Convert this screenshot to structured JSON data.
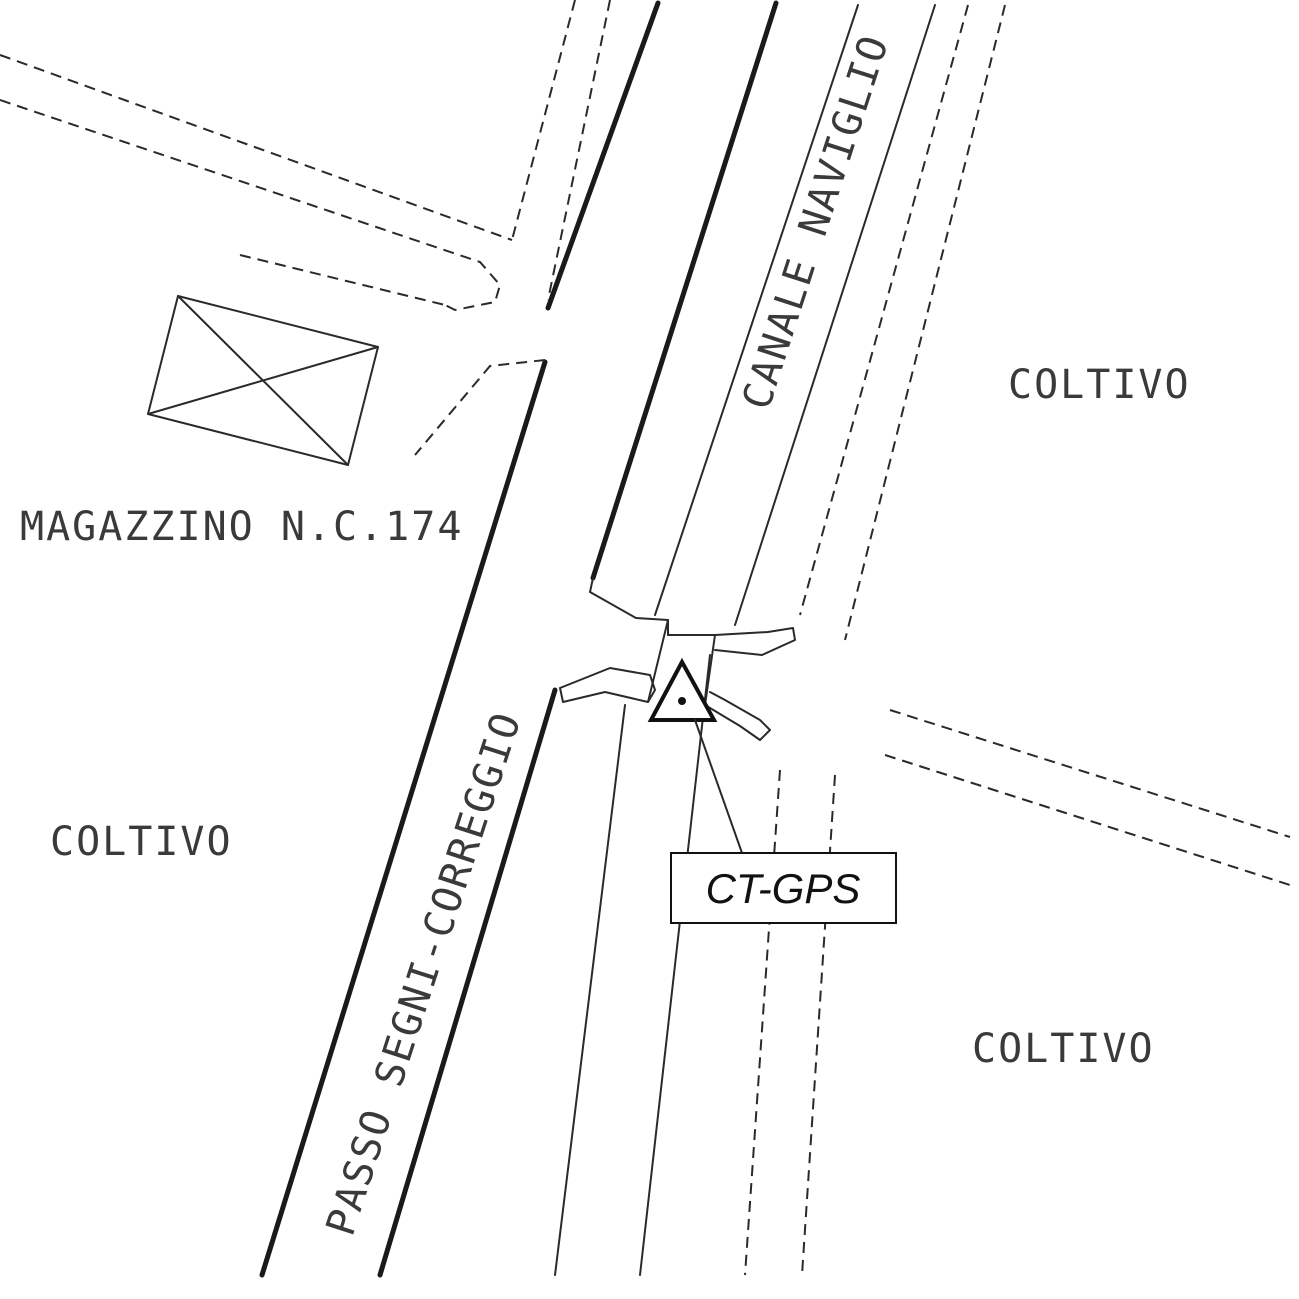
{
  "labels": {
    "canal": "CANALE NAVIGLIO",
    "road": "PASSO SEGNI-CORREGGIO",
    "warehouse": "MAGAZZINO N.C.174",
    "field_top_right": "COLTIVO",
    "field_left": "COLTIVO",
    "field_bottom_right": "COLTIVO"
  },
  "marker": {
    "label": "CT-GPS",
    "icon": "triangle-survey-point-icon"
  },
  "colors": {
    "line": "#1a1a1a",
    "text": "#3a3a3a",
    "background": "#ffffff"
  }
}
